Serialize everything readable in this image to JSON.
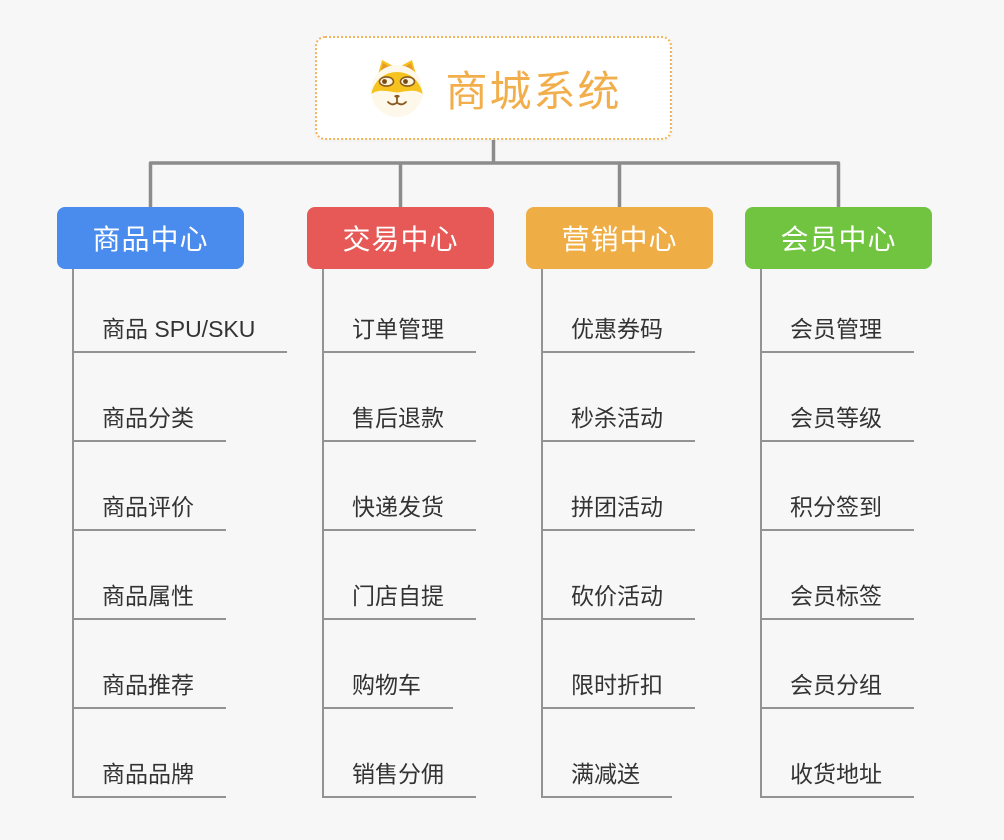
{
  "canvas": {
    "background_color": "#f7f7f7",
    "connector_color": "#8c8c8c",
    "leaf_line_color": "#939393",
    "leaf_text_color": "#333333"
  },
  "root": {
    "title": "商城系统",
    "icon": "shiba-dog-icon",
    "text_color": "#f2ae4b",
    "border_color": "#f2b45c",
    "background_color": "#ffffff"
  },
  "branches": [
    {
      "label": "商品中心",
      "color": "#4a8cee",
      "items": [
        "商品 SPU/SKU",
        "商品分类",
        "商品评价",
        "商品属性",
        "商品推荐",
        "商品品牌"
      ]
    },
    {
      "label": "交易中心",
      "color": "#e65956",
      "items": [
        "订单管理",
        "售后退款",
        "快递发货",
        "门店自提",
        "购物车",
        "销售分佣"
      ]
    },
    {
      "label": "营销中心",
      "color": "#efad45",
      "items": [
        "优惠券码",
        "秒杀活动",
        "拼团活动",
        "砍价活动",
        "限时折扣",
        "满减送"
      ]
    },
    {
      "label": "会员中心",
      "color": "#70c43f",
      "items": [
        "会员管理",
        "会员等级",
        "积分签到",
        "会员标签",
        "会员分组",
        "收货地址"
      ]
    }
  ]
}
